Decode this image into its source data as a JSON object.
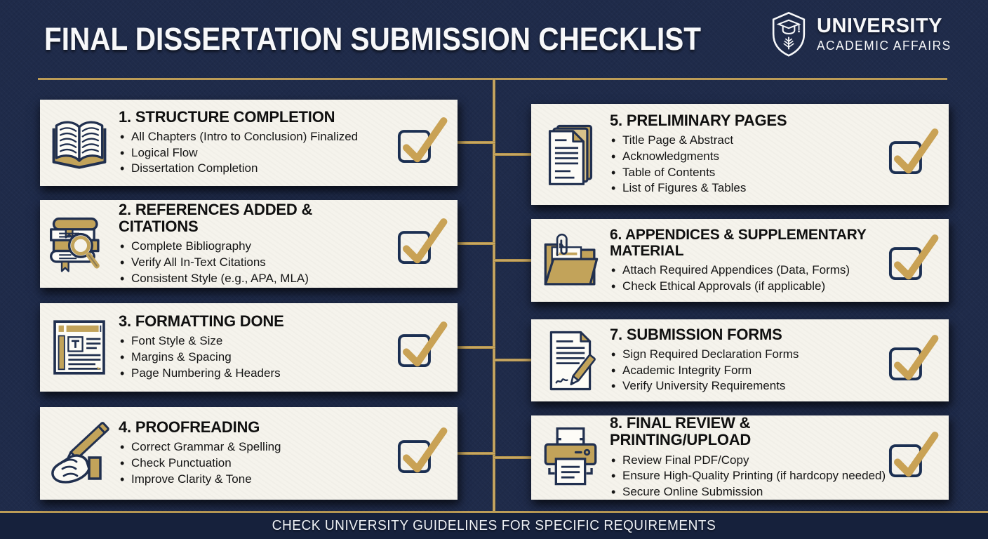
{
  "header": {
    "title": "FINAL DISSERTATION SUBMISSION CHECKLIST",
    "logo": {
      "icon": "university-shield-icon",
      "name": "UNIVERSITY",
      "subtitle": "ACADEMIC AFFAIRS"
    }
  },
  "cards": [
    {
      "icon": "open-book-icon",
      "title": "1. STRUCTURE COMPLETION",
      "checked": true,
      "bullets": [
        "All Chapters (Intro to Conclusion) Finalized",
        "Logical Flow",
        "Dissertation Completion"
      ]
    },
    {
      "icon": "books-magnifier-icon",
      "title": "2. REFERENCES ADDED & CITATIONS",
      "checked": true,
      "bullets": [
        "Complete Bibliography",
        "Verify All In-Text Citations",
        "Consistent Style (e.g., APA, MLA)"
      ]
    },
    {
      "icon": "formatted-document-icon",
      "title": "3. FORMATTING DONE",
      "checked": true,
      "bullets": [
        "Font Style & Size",
        "Margins & Spacing",
        "Page Numbering & Headers"
      ]
    },
    {
      "icon": "writing-hand-icon",
      "title": "4. PROOFREADING",
      "checked": true,
      "bullets": [
        "Correct Grammar & Spelling",
        "Check Punctuation",
        "Improve Clarity & Tone"
      ]
    },
    {
      "icon": "stacked-pages-icon",
      "title": "5. PRELIMINARY PAGES",
      "checked": true,
      "bullets": [
        "Title Page & Abstract",
        "Acknowledgments",
        "Table of Contents",
        "List of Figures & Tables"
      ]
    },
    {
      "icon": "folder-paperclip-icon",
      "title": "6. APPENDICES & SUPPLEMENTARY MATERIAL",
      "checked": true,
      "bullets": [
        "Attach Required Appendices (Data, Forms)",
        "Check Ethical Approvals (if applicable)"
      ]
    },
    {
      "icon": "signed-form-icon",
      "title": "7. SUBMISSION FORMS",
      "checked": true,
      "bullets": [
        "Sign Required Declaration Forms",
        "Academic Integrity Form",
        "Verify University Requirements"
      ]
    },
    {
      "icon": "printer-icon",
      "title": "8. FINAL REVIEW & PRINTING/UPLOAD",
      "checked": true,
      "bullets": [
        "Review Final PDF/Copy",
        "Ensure High-Quality Printing (if hardcopy needed)",
        "Secure Online Submission"
      ]
    }
  ],
  "footer": {
    "text": "CHECK UNIVERSITY GUIDELINES FOR SPECIFIC REQUIREMENTS"
  },
  "colors": {
    "background_navy": "#1f2b4a",
    "footer_navy": "#16213c",
    "card_offwhite": "#f5f3ec",
    "gold_accent": "#c2a35a",
    "gold_line": "#b9994f",
    "ink_navy": "#21304f",
    "title_white": "#f7f8fa",
    "card_text": "#141414"
  }
}
